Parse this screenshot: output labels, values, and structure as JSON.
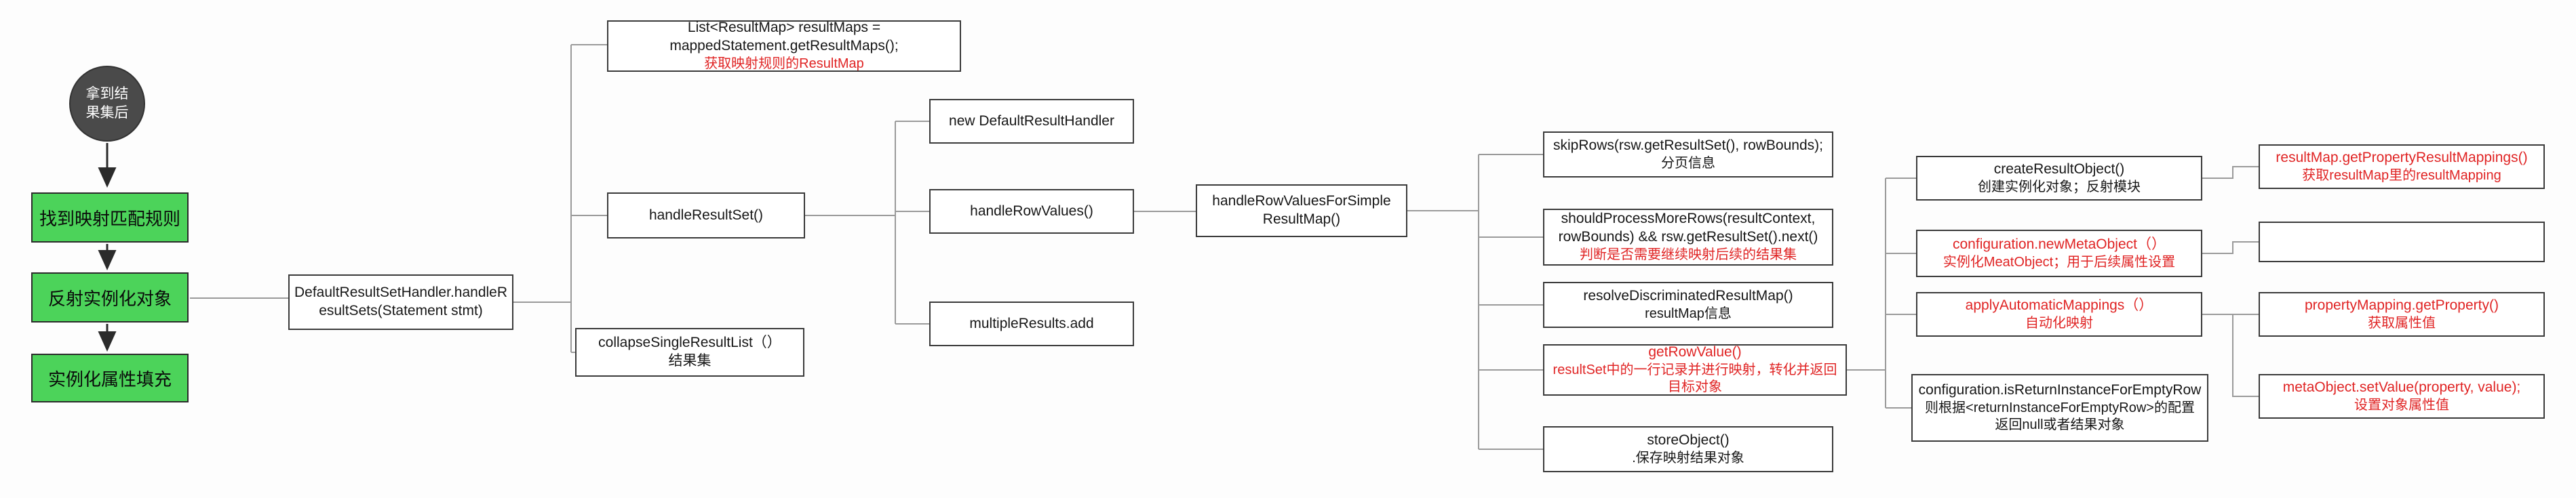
{
  "colors": {
    "step_green": "#4cd35a",
    "highlight_red": "#e02424",
    "connector_gray": "#9a9a9a",
    "start_circle_gray": "#4a4a4a"
  },
  "flow": {
    "start_label": "拿到结\n果集后",
    "steps": [
      {
        "label": "找到映射匹配规则"
      },
      {
        "label": "反射实例化对象"
      },
      {
        "label": "实例化属性填充"
      }
    ]
  },
  "nodes": {
    "handler": {
      "main": "DefaultResultSetHandler.handleR\nesultSets(Statement stmt)"
    },
    "get_result_maps": {
      "main": "List<ResultMap> resultMaps =\nmappedStatement.getResultMaps();",
      "sub": "获取映射规则的ResultMap"
    },
    "handle_result_set": {
      "main": "handleResultSet()"
    },
    "collapse_single_result_list": {
      "main": "collapseSingleResultList（）\n结果集"
    },
    "new_default_result_handler": {
      "main": "new DefaultResultHandler"
    },
    "handle_row_values": {
      "main": "handleRowValues()"
    },
    "multiple_results_add": {
      "main": "multipleResults.add"
    },
    "handle_row_values_for_simple_result_map": {
      "main": "handleRowValuesForSimple\nResultMap()"
    },
    "skip_rows": {
      "main": "skipRows(rsw.getResultSet(), rowBounds);",
      "sub": "分页信息"
    },
    "should_process_more_rows": {
      "main": "shouldProcessMoreRows(resultContext,\nrowBounds) && rsw.getResultSet().next()",
      "sub": "判断是否需要继续映射后续的结果集"
    },
    "resolve_discriminated_result_map": {
      "main": "resolveDiscriminatedResultMap()",
      "sub": "resultMap信息"
    },
    "get_row_value": {
      "main": "getRowValue()",
      "sub": "resultSet中的一行记录并进行映射，转化并返回\n目标对象"
    },
    "store_object": {
      "main": "storeObject()",
      "sub": ".保存映射结果对象"
    },
    "create_result_object": {
      "main": "createResultObject()",
      "sub": "创建实例化对象；反射模块"
    },
    "configuration_new_meta_object": {
      "main": "configuration.newMetaObject（）",
      "sub": "实例化MeatObject；用于后续属性设置"
    },
    "apply_automatic_mappings": {
      "main": "applyAutomaticMappings（）",
      "sub": "自动化映射"
    },
    "is_return_instance_for_empty_row": {
      "main": "configuration.isReturnInstanceForEmptyRow",
      "sub": "则根据<returnInstanceForEmptyRow>的配置\n返回null或者结果对象"
    },
    "get_property_result_mappings": {
      "main": "resultMap.getPropertyResultMappings()",
      "sub": "获取resultMap里的resultMapping"
    },
    "empty_node": {
      "main": ""
    },
    "property_mapping_get_property": {
      "main": "propertyMapping.getProperty()",
      "sub": "获取属性值"
    },
    "meta_object_set_value": {
      "main": "metaObject.setValue(property, value);",
      "sub": "设置对象属性值"
    }
  }
}
